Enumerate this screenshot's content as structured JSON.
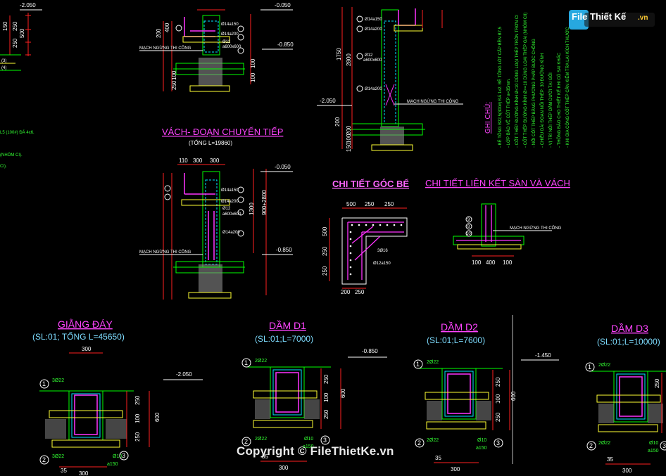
{
  "watermark": "Copyright © FileThietKe.vn",
  "logo": {
    "text": "File Thiết Kế",
    "suffix": ".vn",
    "colors": {
      "box": "#27a8e0",
      "text": "#ffffff"
    }
  },
  "colors": {
    "background": "#000000",
    "title": "#ff44ff",
    "subtitle": "#7ddcff",
    "dimension": "#ff2020",
    "concrete": "#00ff00",
    "steel": "#ff33ff",
    "formwork": "#ffff33"
  },
  "top_left": {
    "level": "-2.050",
    "dims": [
      "150",
      "250",
      "250",
      "500"
    ],
    "labels": [
      "(3)",
      "(4)"
    ],
    "notes": [
      "L5 (100#) ĐÁ 4x6.",
      "(NHÓM CI).",
      "CI)."
    ]
  },
  "wall_top": {
    "levels": [
      "-0.050",
      "-0.850"
    ],
    "callouts": [
      "Ø14a150",
      "Ø14a200",
      "Ø12",
      "a600x600",
      "MẠCH NGỪNG THI CÔNG"
    ],
    "dims": [
      "200",
      "400",
      "100",
      "100",
      "100",
      "250"
    ]
  },
  "wall_transition": {
    "title": "VÁCH- ĐOẠN CHUYỂN TIẾP",
    "subtitle": "(TỔNG L=19860)",
    "top_dims": [
      "110",
      "300",
      "300"
    ],
    "levels": [
      "-0.050",
      "-0.850"
    ],
    "callouts": [
      "Ø14a150",
      "Ø14a200",
      "Ø12",
      "a600x600",
      "Ø14a200",
      "MẠCH NGỪNG THI CÔNG"
    ],
    "side_dims": [
      "1300",
      "900+2800"
    ]
  },
  "wall_right": {
    "callouts": [
      "Ø14a150",
      "Ø14a200",
      "Ø12",
      "a600x600",
      "Ø14a200",
      "MẠCH NGỪNG THI CÔNG"
    ],
    "dims": [
      "1750",
      "2800",
      "200",
      "200",
      "100",
      "150"
    ],
    "level": "-2.050"
  },
  "notes": {
    "title": "GHI CHÚ:",
    "lines": [
      "- BÊ TÔNG B22,5(300#) ĐÁ 1x2. BÊ TÔNG LÓT CẤP BỀN B7,5",
      "- LỚP BẢO VỆ CỐT THÉP a=35mm.",
      "- CỐT THÉP ĐƯỜNG KÍNH Ø<10 DÙNG LOẠI THÉP TRÒN TRƠN CI",
      "- CỐT THÉP ĐƯỜNG KÍNH Ø>=10 DÙNG LOẠI THÉP GAI (NHÓM CII)",
      "- NỐI CỐT THÉP BẰNG PHƯƠNG PHÁP BUỘC CHỒNG",
      "- CHIỀU DÀI ĐOẠN NỐI THÉP: 30 ĐƯỜNG KÍNH",
      "- VỊ TRÍ NỐI THÉP DẦM DƯỚI TẠI GỐI",
      "- THÔNG BÁO CHO THIẾT KẾ KHI CÓ SAI KHÁC",
      "- KHI GIA CÔNG CỐT THÉP CẦN KIỂM TRA LẠI KÍCH THƯỚC"
    ]
  },
  "corner": {
    "title": "CHI TIẾT GÓC BỂ",
    "dims_top": [
      "500",
      "250",
      "250"
    ],
    "dims_side": [
      "500",
      "250",
      "250"
    ],
    "dims_bottom": [
      "200",
      "250"
    ],
    "callouts": [
      "3Ø16",
      "Ø12a150"
    ]
  },
  "slab_joint": {
    "title": "CHI TIẾT LIÊN KẾT SÀN VÀ VÁCH",
    "dims": [
      "100",
      "400",
      "100"
    ],
    "callouts": [
      "MẠCH NGỪNG THI CÔNG"
    ],
    "labels": [
      "9",
      "8",
      "10"
    ]
  },
  "beams": [
    {
      "id": "giang",
      "title": "GIẰNG ĐÁY",
      "subtitle": "(SL:01; TỔNG L=45650)",
      "width": "300",
      "level": "-2.050",
      "top_bar": "3Ø22",
      "bottom_bar": "3Ø22",
      "stirrup": "Ø10",
      "spacing": "a150",
      "side_dims": [
        "250",
        "100",
        "250"
      ],
      "height": "600",
      "bottom_dims": [
        "35",
        "300"
      ],
      "marks": [
        "1",
        "2",
        "3"
      ]
    },
    {
      "id": "d1",
      "title": "DẦM D1",
      "subtitle": "(SL:01;L=7000)",
      "width": "300",
      "level": "-0.850",
      "top_bar": "2Ø22",
      "bottom_bar": "2Ø22",
      "stirrup": "Ø10",
      "spacing": "a150",
      "side_dims": [
        "250",
        "100",
        "250"
      ],
      "height": "600",
      "bottom_dims": [
        "35",
        "300"
      ],
      "marks": [
        "1",
        "2",
        "3"
      ]
    },
    {
      "id": "d2",
      "title": "DẦM D2",
      "subtitle": "(SL:01;L=7600)",
      "width": "300",
      "level": "-1.450",
      "top_bar": "2Ø22",
      "bottom_bar": "2Ø22",
      "stirrup": "Ø10",
      "spacing": "a150",
      "side_dims": [
        "250",
        "100",
        "250"
      ],
      "height": "600",
      "bottom_dims": [
        "35",
        "300"
      ],
      "marks": [
        "1",
        "2",
        "3"
      ]
    },
    {
      "id": "d3",
      "title": "DẦM D3",
      "subtitle": "(SL:01;L=10000)",
      "width": "300",
      "level": "",
      "top_bar": "2Ø22",
      "bottom_bar": "2Ø22",
      "stirrup": "Ø10",
      "spacing": "a150",
      "side_dims": [
        "250"
      ],
      "height": "",
      "bottom_dims": [
        "35",
        "300"
      ],
      "marks": [
        "1",
        "2",
        "3"
      ]
    }
  ]
}
